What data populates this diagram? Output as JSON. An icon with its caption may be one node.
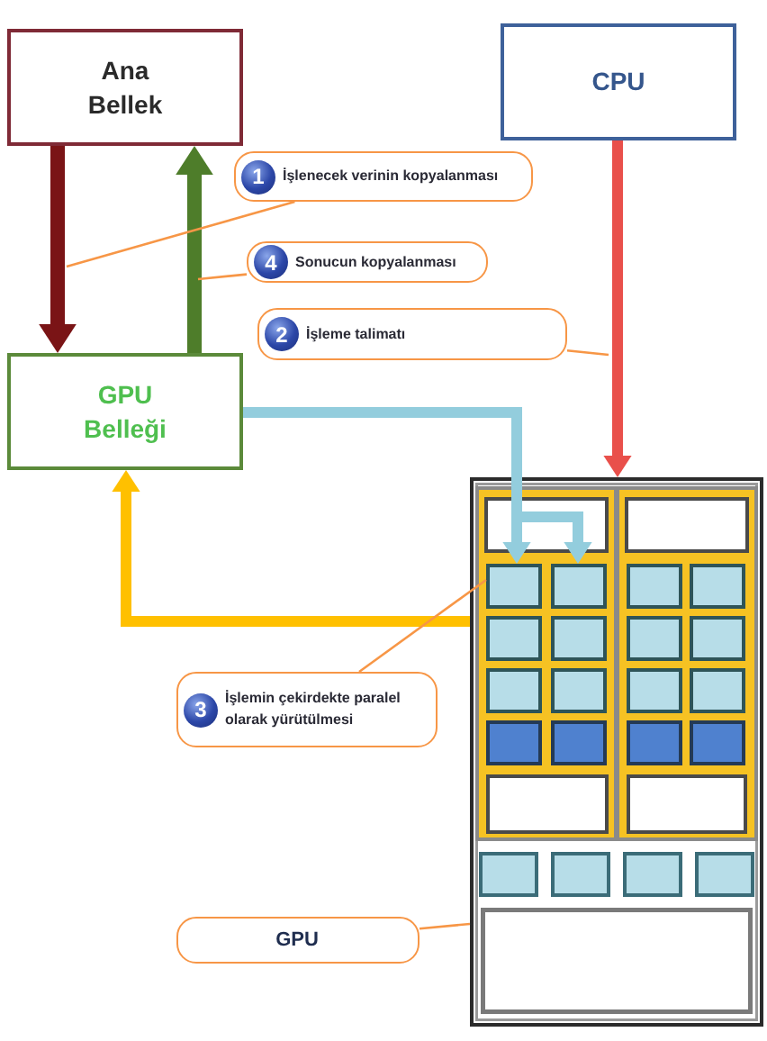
{
  "diagram": {
    "nodes": [
      {
        "text": [
          "Ana Bellek"
        ]
      },
      {
        "text": [
          "CPU"
        ]
      },
      {
        "text": [
          "1",
          "İşlenecek verinin kopyalanması"
        ]
      },
      {
        "text": [
          "4",
          "Sonucun kopyalanması"
        ]
      },
      {
        "text": [
          "2",
          "İşleme talimatı"
        ]
      },
      {
        "text": [
          "GPU Belleği"
        ]
      },
      {
        "text": [],
        "shape": "box"
      },
      {
        "text": [],
        "shape": "box",
        "in": 6
      },
      {
        "text": [],
        "shape": "box",
        "in": 6
      },
      {
        "text": [],
        "shape": "box",
        "in": 6
      },
      {
        "text": [],
        "shape": "box",
        "in": 6
      },
      {
        "text": [],
        "shape": "box",
        "in": 6
      },
      {
        "text": [],
        "shape": "box",
        "in": 6
      },
      {
        "text": [],
        "shape": "box",
        "in": 6
      },
      {
        "text": [],
        "shape": "box",
        "in": 6
      },
      {
        "text": [],
        "shape": "box",
        "in": 6
      },
      {
        "text": [],
        "shape": "box",
        "in": 6
      },
      {
        "text": [],
        "shape": "box",
        "in": 6
      },
      {
        "text": [],
        "shape": "box",
        "in": 6
      },
      {
        "text": [
          "3",
          "İşlemin çekirdekte paralel olarak yürütülmesi"
        ]
      },
      {
        "text": [
          "GPU"
        ]
      }
    ],
    "edges": [
      {
        "from": 0,
        "to": 5,
        "arrow": "to",
        "color": "#7a1416"
      },
      {
        "from": 5,
        "to": 0,
        "arrow": "to",
        "color": "#4e7d2a"
      },
      {
        "from": 1,
        "to": 6,
        "arrow": "to",
        "color": "#e9504b"
      },
      {
        "from": 5,
        "to": 7,
        "arrow": "to",
        "color": "#93cddd"
      },
      {
        "from": 5,
        "to": 8,
        "arrow": "to",
        "color": "#93cddd"
      },
      {
        "from": 6,
        "to": 5,
        "arrow": "to",
        "color": "#ffc000"
      },
      {
        "from": 2,
        "to": null,
        "arrow": "none"
      },
      {
        "from": 3,
        "to": null,
        "arrow": "none"
      },
      {
        "from": 4,
        "to": null,
        "arrow": "none"
      },
      {
        "from": 19,
        "to": 7,
        "arrow": "none"
      },
      {
        "from": 20,
        "to": 6,
        "arrow": "none"
      }
    ]
  }
}
